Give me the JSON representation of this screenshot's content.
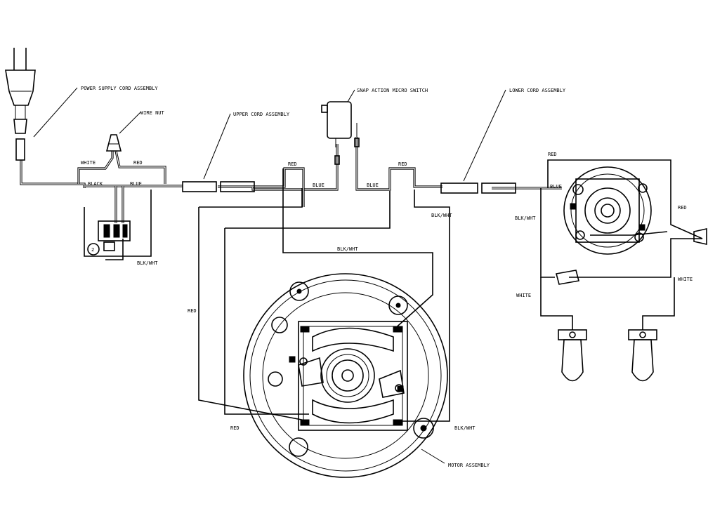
{
  "callouts": {
    "power_supply_cord": "POWER SUPPLY CORD ASSEMBLY",
    "wire_nut": "WIRE NUT",
    "upper_cord": "UPPER CORD ASSEMBLY",
    "micro_switch": "SNAP ACTION MICRO SWITCH",
    "lower_cord": "LOWER CORD ASSEMBLY",
    "motor_assembly": "MOTOR ASSEMBLY"
  },
  "wire_labels": {
    "white_left": "WHITE",
    "red_left": "RED",
    "black": "BLACK",
    "blue_left": "BLUE",
    "red_switch_left": "RED",
    "blue_switch_left": "BLUE",
    "red_switch_right": "RED",
    "blue_switch_right": "BLUE",
    "blk_wht_mid": "BLK/WHT",
    "blk_wht_bottom_left": "BLK/WHT",
    "blk_wht_lower_cord": "BLK/WHT",
    "red_vertical": "RED",
    "red_motor_left": "RED",
    "blk_wht_motor_right": "BLK/WHT",
    "red_top_right": "RED",
    "blue_right": "BLUE",
    "blk_wht_right": "BLK/WHT",
    "red_far_right": "RED",
    "white_right": "WHITE",
    "white_far_right": "WHITE"
  },
  "markers": {
    "terminal_number": "2"
  }
}
